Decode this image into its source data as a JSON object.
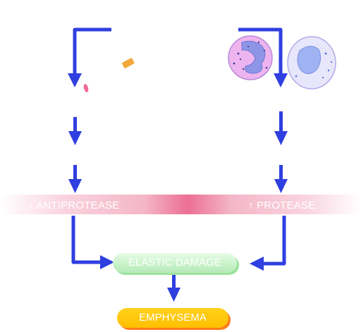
{
  "band": {
    "left_label": "↓ ANTIPROTEASE",
    "right_label": "↑ PROTEASE"
  },
  "boxes": {
    "elastic": "ELASTIC DAMAGE",
    "emphysema": "EMPHYSEMA"
  },
  "colors": {
    "arrow": "#2f3fe0",
    "band_center": "#ec6f96",
    "elastic_fill": "#c7f2c8",
    "emphysema_fill": "#ffc107",
    "emphysema_shadow": "#ff7a1a",
    "neutrophil": "#e7a6e8",
    "macrophage": "#c8cdfa",
    "cigarette": "#f2a93b"
  },
  "icons": [
    "cigarette-icon",
    "lung-lesion-icon",
    "neutrophil-icon",
    "macrophage-icon",
    "arrow-icon"
  ]
}
